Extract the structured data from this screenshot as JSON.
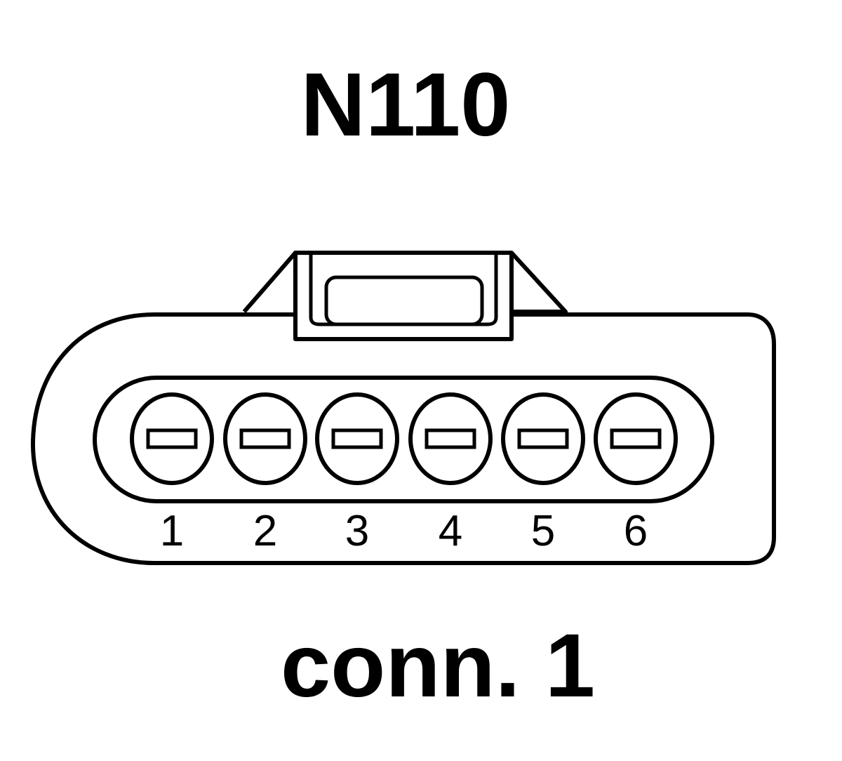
{
  "component_label": "N110",
  "connector_label": "conn. 1",
  "pins": [
    {
      "number": "1"
    },
    {
      "number": "2"
    },
    {
      "number": "3"
    },
    {
      "number": "4"
    },
    {
      "number": "5"
    },
    {
      "number": "6"
    }
  ],
  "colors": {
    "line": "#000000",
    "background": "#ffffff"
  }
}
